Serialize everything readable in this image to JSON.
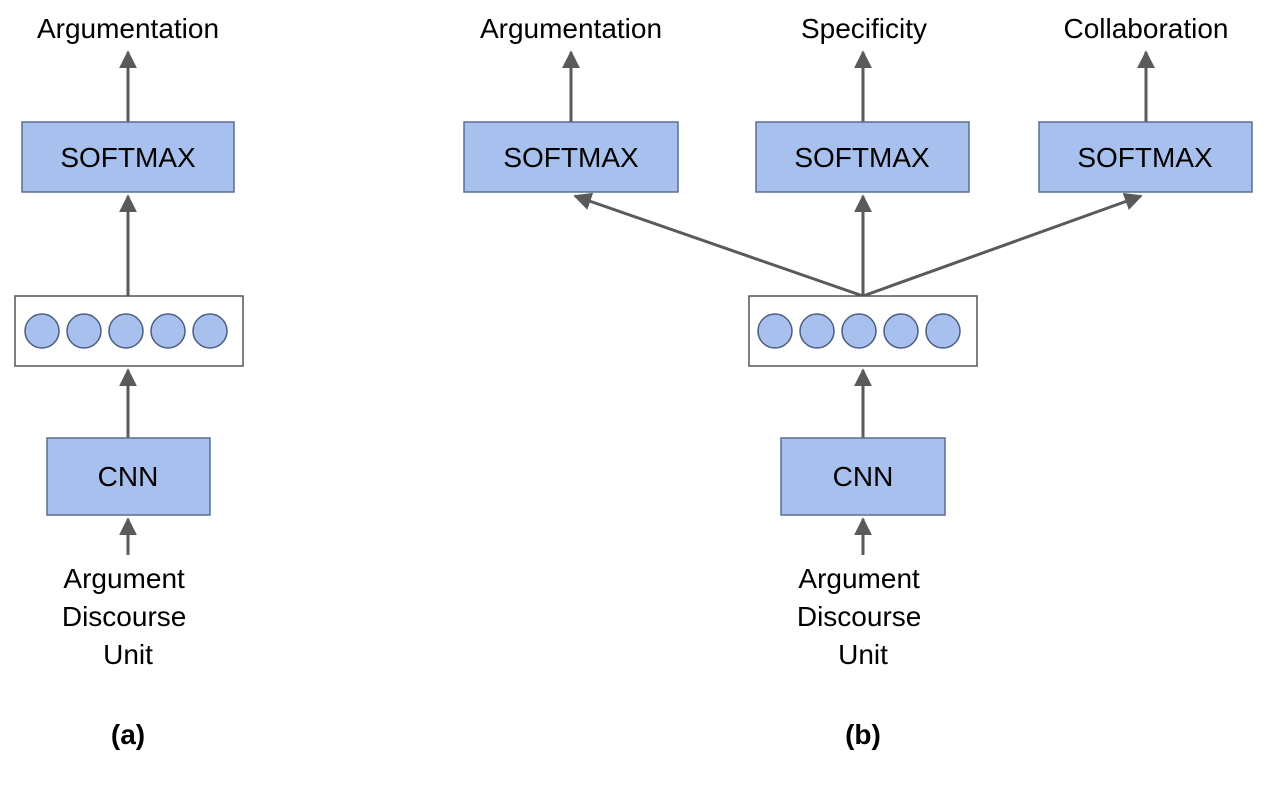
{
  "colors": {
    "box_fill": "#a8c0ee",
    "box_stroke": "#5b6e8f",
    "arrow": "#5a5a5a",
    "vector_border": "#555555",
    "node_fill": "#a8c0ee",
    "node_stroke": "#4d5d80"
  },
  "panel_a": {
    "output_label": "Argumentation",
    "softmax_label": "SOFTMAX",
    "cnn_label": "CNN",
    "input_label_lines": [
      "Argument",
      "Discourse",
      "Unit"
    ],
    "caption": "(a)"
  },
  "panel_b": {
    "outputs": [
      {
        "label": "Argumentation",
        "softmax_label": "SOFTMAX"
      },
      {
        "label": "Specificity",
        "softmax_label": "SOFTMAX"
      },
      {
        "label": "Collaboration",
        "softmax_label": "SOFTMAX"
      }
    ],
    "cnn_label": "CNN",
    "input_label_lines": [
      "Argument",
      "Discourse",
      "Unit"
    ],
    "caption": "(b)"
  }
}
